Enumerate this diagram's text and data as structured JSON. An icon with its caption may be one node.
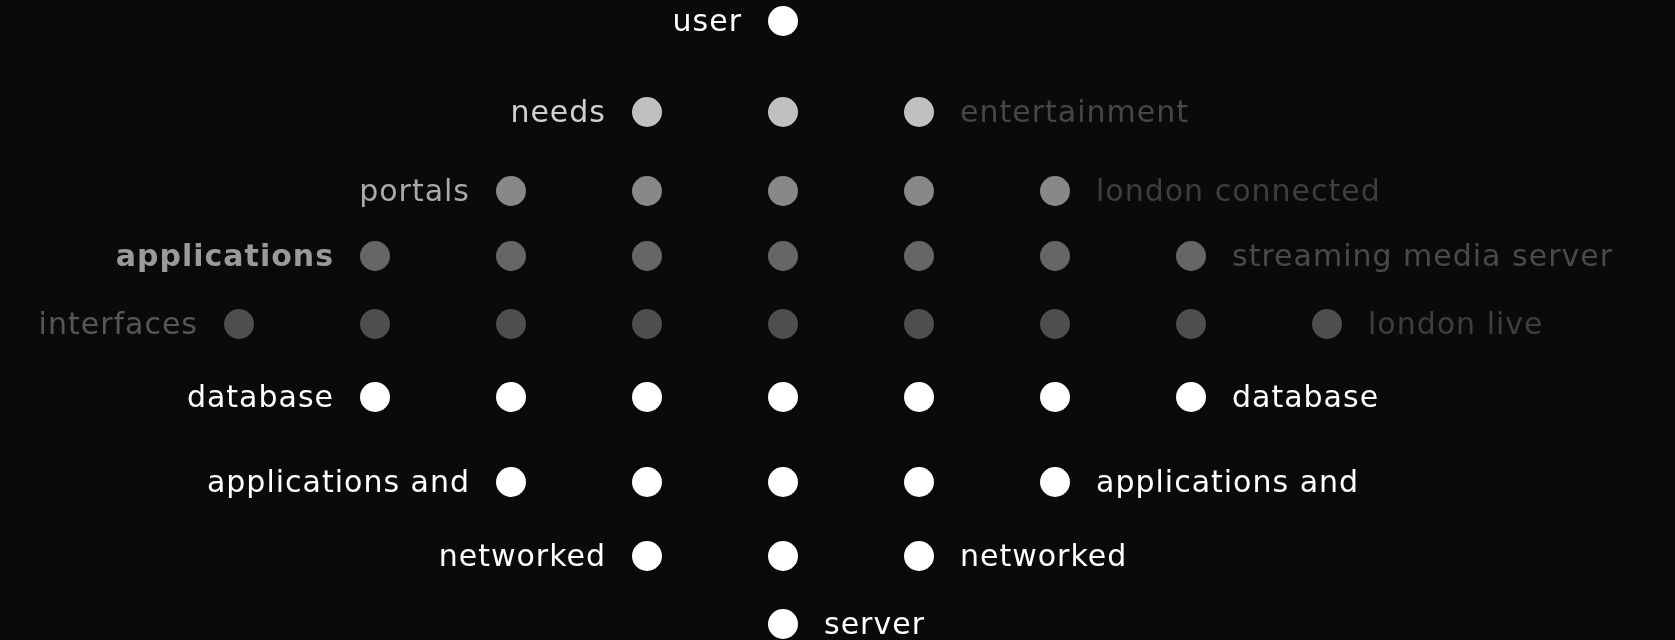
{
  "diagram": {
    "nodes": [
      {
        "text": [],
        "shape": "circle",
        "beside": [
          "user"
        ]
      },
      {
        "text": [],
        "shape": "circle",
        "beside": [
          "needs"
        ]
      },
      {
        "text": [],
        "shape": "circle"
      },
      {
        "text": [],
        "shape": "circle",
        "beside": [
          "entertainment"
        ]
      },
      {
        "text": [],
        "shape": "circle",
        "beside": [
          "portals"
        ]
      },
      {
        "text": [],
        "shape": "circle"
      },
      {
        "text": [],
        "shape": "circle"
      },
      {
        "text": [],
        "shape": "circle"
      },
      {
        "text": [],
        "shape": "circle",
        "beside": [
          "london connected"
        ]
      },
      {
        "text": [],
        "shape": "circle",
        "beside": [
          "applications"
        ]
      },
      {
        "text": [],
        "shape": "circle"
      },
      {
        "text": [],
        "shape": "circle"
      },
      {
        "text": [],
        "shape": "circle"
      },
      {
        "text": [],
        "shape": "circle"
      },
      {
        "text": [],
        "shape": "circle"
      },
      {
        "text": [],
        "shape": "circle",
        "beside": [
          "streaming media server"
        ]
      },
      {
        "text": [],
        "shape": "circle",
        "beside": [
          "interfaces"
        ]
      },
      {
        "text": [],
        "shape": "circle"
      },
      {
        "text": [],
        "shape": "circle"
      },
      {
        "text": [],
        "shape": "circle"
      },
      {
        "text": [],
        "shape": "circle"
      },
      {
        "text": [],
        "shape": "circle"
      },
      {
        "text": [],
        "shape": "circle"
      },
      {
        "text": [],
        "shape": "circle"
      },
      {
        "text": [],
        "shape": "circle",
        "beside": [
          "london live"
        ]
      },
      {
        "text": [],
        "shape": "circle",
        "beside": [
          "database"
        ]
      },
      {
        "text": [],
        "shape": "circle"
      },
      {
        "text": [],
        "shape": "circle"
      },
      {
        "text": [],
        "shape": "circle"
      },
      {
        "text": [],
        "shape": "circle"
      },
      {
        "text": [],
        "shape": "circle"
      },
      {
        "text": [],
        "shape": "circle",
        "beside": [
          "database"
        ]
      },
      {
        "text": [],
        "shape": "circle",
        "beside": [
          "applications and"
        ]
      },
      {
        "text": [],
        "shape": "circle"
      },
      {
        "text": [],
        "shape": "circle"
      },
      {
        "text": [],
        "shape": "circle"
      },
      {
        "text": [],
        "shape": "circle",
        "beside": [
          "applications and"
        ]
      },
      {
        "text": [],
        "shape": "circle",
        "beside": [
          "networked"
        ]
      },
      {
        "text": [],
        "shape": "circle"
      },
      {
        "text": [],
        "shape": "circle",
        "beside": [
          "networked"
        ]
      },
      {
        "text": [],
        "shape": "circle",
        "beside": [
          "server"
        ]
      }
    ]
  }
}
